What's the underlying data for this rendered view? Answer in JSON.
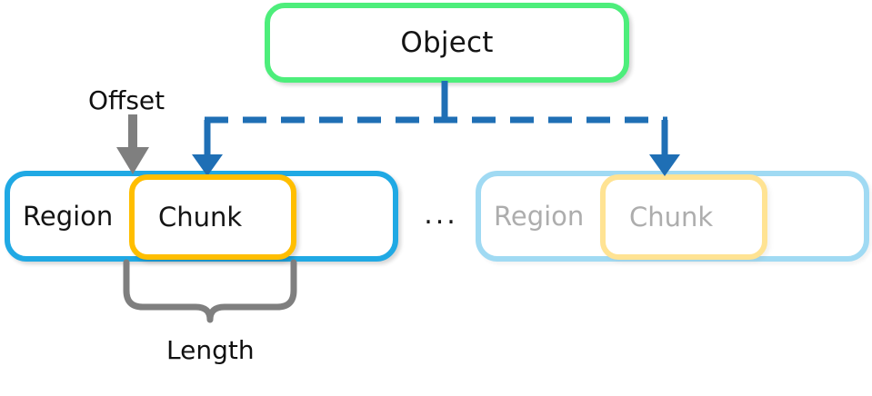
{
  "diagram": {
    "title": "Object / Region / Chunk offset-length diagram",
    "object": {
      "label": "Object"
    },
    "groups": [
      {
        "id": "primary",
        "region_label": "Region",
        "chunk_label": "Chunk",
        "state": "active"
      },
      {
        "id": "secondary",
        "region_label": "Region",
        "chunk_label": "Chunk",
        "state": "faded"
      }
    ],
    "separator": {
      "label": "..."
    },
    "annotations": {
      "offset": {
        "label": "Offset",
        "marker": "down-arrow-icon"
      },
      "length": {
        "label": "Length",
        "marker": "curly-brace-icon"
      }
    },
    "connector": {
      "style": "dashed",
      "arrow_count": 2,
      "arrowheads": "filled-triangle-down"
    }
  },
  "colors": {
    "green": "#4DEE7B",
    "blue": "#20A9E4",
    "amber": "#FFBE00",
    "connector_blue": "#1F6FB5",
    "gray": "#7F7F7F",
    "text": "#111111",
    "faded_text": "#9b9b9b"
  }
}
